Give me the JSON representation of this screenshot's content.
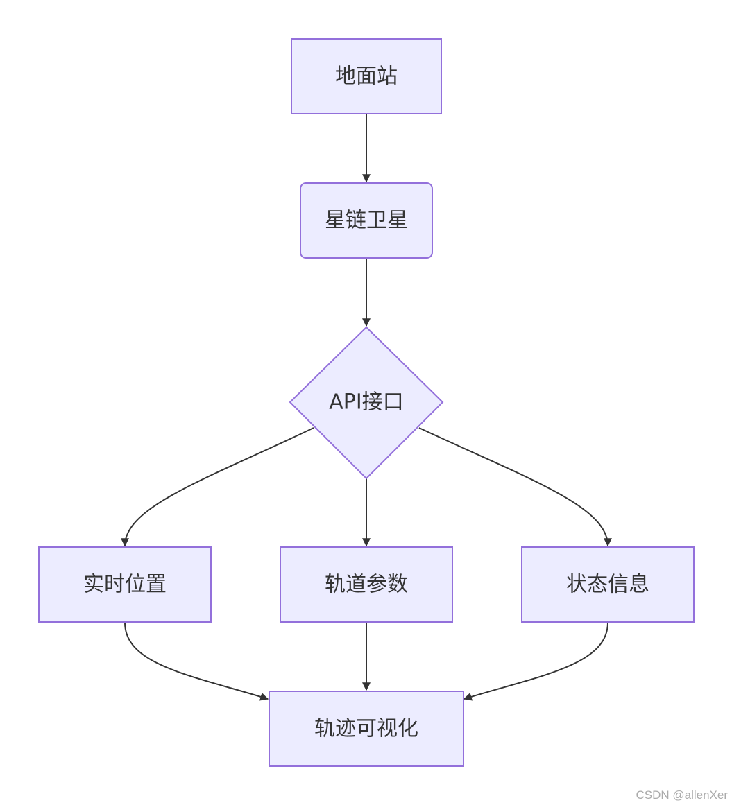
{
  "diagram": {
    "type": "flowchart",
    "direction": "top-down",
    "style": {
      "node_fill": "#ececff",
      "node_stroke": "#9370db",
      "edge_color": "#333333",
      "text_color": "#333333"
    },
    "nodes": [
      {
        "id": "ground",
        "label": "地面站",
        "shape": "rect"
      },
      {
        "id": "starlink",
        "label": "星链卫星",
        "shape": "rounded-rect"
      },
      {
        "id": "api",
        "label": "API接口",
        "shape": "diamond"
      },
      {
        "id": "realtime",
        "label": "实时位置",
        "shape": "rect"
      },
      {
        "id": "orbit",
        "label": "轨道参数",
        "shape": "rect"
      },
      {
        "id": "status",
        "label": "状态信息",
        "shape": "rect"
      },
      {
        "id": "viz",
        "label": "轨迹可视化",
        "shape": "rect"
      }
    ],
    "edges": [
      {
        "from": "ground",
        "to": "starlink"
      },
      {
        "from": "starlink",
        "to": "api"
      },
      {
        "from": "api",
        "to": "realtime"
      },
      {
        "from": "api",
        "to": "orbit"
      },
      {
        "from": "api",
        "to": "status"
      },
      {
        "from": "realtime",
        "to": "viz"
      },
      {
        "from": "orbit",
        "to": "viz"
      },
      {
        "from": "status",
        "to": "viz"
      }
    ]
  },
  "watermark": "CSDN @allenXer"
}
